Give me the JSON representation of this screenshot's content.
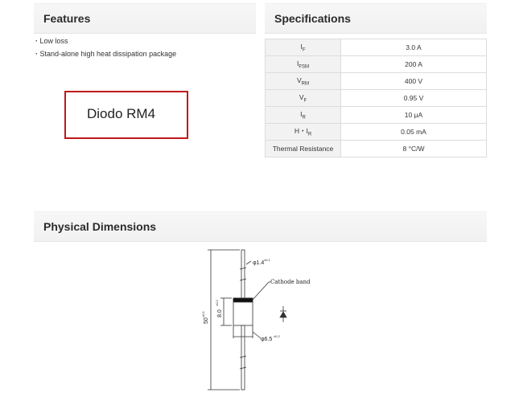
{
  "features": {
    "title": "Features",
    "items": [
      "Low loss",
      "Stand-alone high heat dissipation package"
    ],
    "product_name": "Diodo RM4"
  },
  "specifications": {
    "title": "Specifications",
    "rows": [
      {
        "sym": "I",
        "sub": "F",
        "post": "",
        "value": "3.0 A"
      },
      {
        "sym": "I",
        "sub": "FSM",
        "post": "",
        "value": "200 A"
      },
      {
        "sym": "V",
        "sub": "RM",
        "post": "",
        "value": "400 V"
      },
      {
        "sym": "V",
        "sub": "F",
        "post": "",
        "value": "0.95 V"
      },
      {
        "sym": "I",
        "sub": "R",
        "post": "",
        "value": "10 μA"
      },
      {
        "sym": "H・I",
        "sub": "R",
        "post": "",
        "value": "0.05 mA"
      },
      {
        "sym": "Thermal Resistance",
        "sub": "",
        "post": "",
        "value": "8 °C/W"
      }
    ]
  },
  "dimensions": {
    "title": "Physical Dimensions",
    "cathode_label": "Cathode band",
    "lead_dia": "φ1.4",
    "lead_dia_tol": "±0.1",
    "body_len": "8.0",
    "body_len_tol": "±0.2",
    "body_dia": "φ6.5",
    "body_dia_tol": "±0.2",
    "total_len": "50",
    "total_len_tol": "±0.1"
  }
}
